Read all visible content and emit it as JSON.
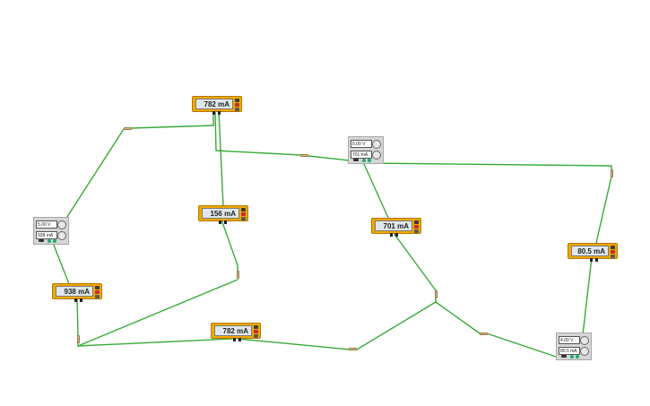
{
  "ammeters": [
    {
      "id": "top",
      "reading": "782 mA"
    },
    {
      "id": "mid-left",
      "reading": "156 mA"
    },
    {
      "id": "left",
      "reading": "938 mA"
    },
    {
      "id": "bottom",
      "reading": "782 mA"
    },
    {
      "id": "mid-right",
      "reading": "701 mA"
    },
    {
      "id": "right",
      "reading": "80.5 mA"
    }
  ],
  "supplies": [
    {
      "id": "left",
      "voltage": "5.00 V",
      "current": "938 mA"
    },
    {
      "id": "top-right",
      "voltage": "5.00 V",
      "current": "701 mA"
    },
    {
      "id": "bottom-right",
      "voltage": "4.00 V",
      "current": "80.5 mA"
    }
  ],
  "colors": {
    "wire": "#3aaa3a",
    "ammeter_body": "#f0a800",
    "supply_body": "#d6d6d6"
  }
}
